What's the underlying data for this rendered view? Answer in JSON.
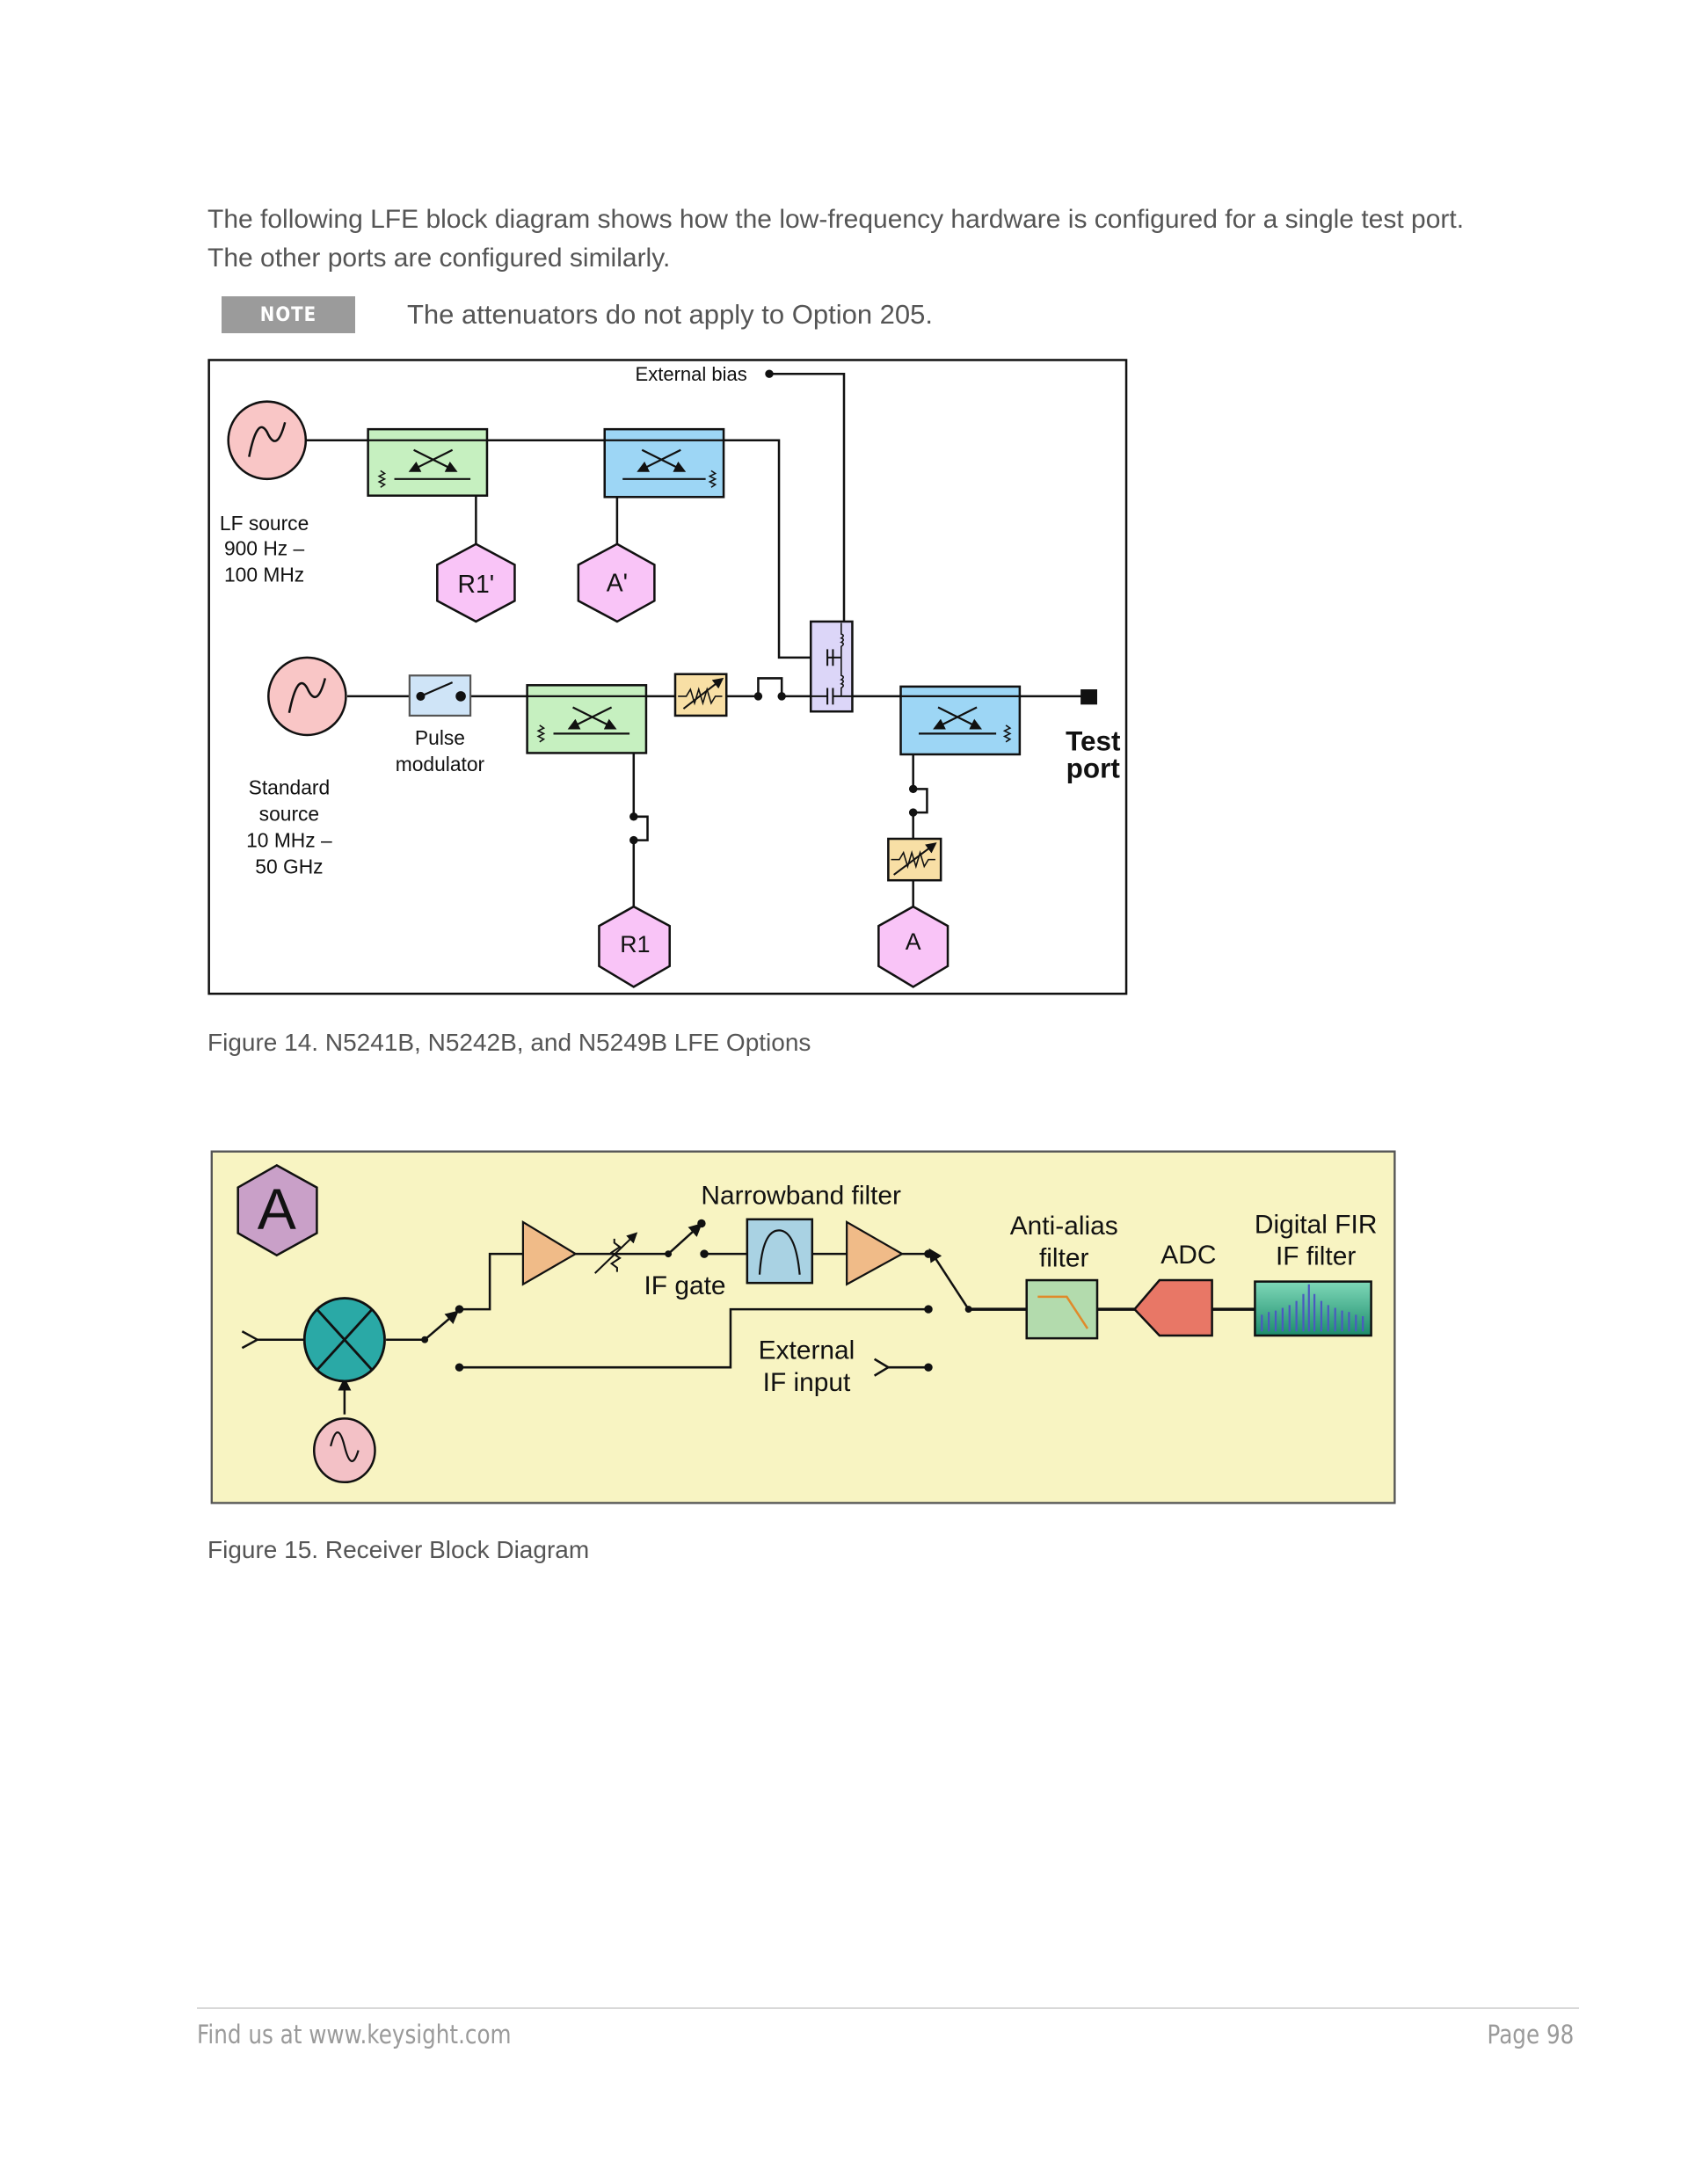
{
  "intro": "The following LFE block diagram shows how the low-frequency hardware is configured for a single test port. The other ports are configured similarly.",
  "note": {
    "badge": "NOTE",
    "text": "The attenuators do not apply to Option 205."
  },
  "figure14": {
    "caption": "Figure 14. N5241B, N5242B, and N5249B LFE Options",
    "external_bias": "External bias",
    "lf_source": [
      "LF source",
      "900 Hz –",
      "100 MHz"
    ],
    "standard_source": [
      "Standard",
      "source",
      "10 MHz –",
      "50 GHz"
    ],
    "pulse_modulator": [
      "Pulse",
      "modulator"
    ],
    "test_port": [
      "Test",
      "port"
    ],
    "receivers": {
      "r1_prime": "R1'",
      "a_prime": "A'",
      "r1": "R1",
      "a": "A"
    },
    "colors": {
      "source": "#f9c6c6",
      "coupler_green": "#c6f0c0",
      "coupler_blue": "#9dd6f5",
      "receiver": "#f9c4f7",
      "attenuator": "#f8dfa5",
      "bias_tee": "#dcd6f8",
      "pulse": "#cfe4f7"
    }
  },
  "figure15": {
    "caption": "Figure 15. Receiver Block Diagram",
    "receiver_label": "A",
    "narrowband_filter": "Narrowband filter",
    "if_gate": "IF gate",
    "external_if_input": [
      "External",
      "IF input"
    ],
    "anti_alias_filter": [
      "Anti-alias",
      "filter"
    ],
    "adc": "ADC",
    "digital_fir": [
      "Digital FIR",
      "IF filter"
    ],
    "colors": {
      "background": "#f8f4c2",
      "receiver_hex": "#c9a0c8",
      "mixer": "#2aa9a6",
      "lo": "#f3c1c6",
      "amp": "#f0bb88",
      "bpf": "#a9d2e3",
      "aaf": "#b3dbad",
      "adc": "#e87766",
      "fir": "#2c9c7a"
    }
  },
  "footer": {
    "left": "Find us at www.keysight.com",
    "right": "Page 98"
  }
}
